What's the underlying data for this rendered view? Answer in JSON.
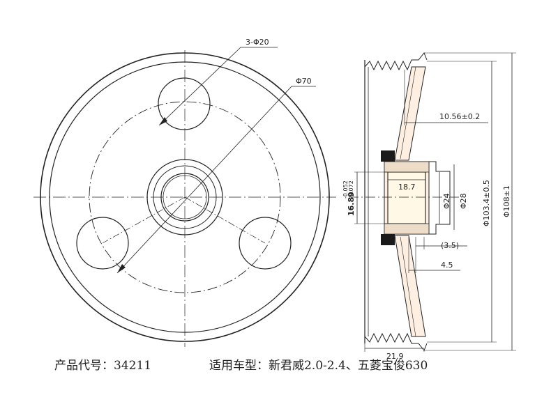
{
  "front_view": {
    "hole_label": "3-Φ20",
    "pcd_label": "Φ70"
  },
  "section_view": {
    "dims": {
      "groove_offset": "10.56±0.2",
      "bore_length": "18.7",
      "bore_diameter": "Φ24",
      "hub_diameter": "Φ28",
      "inner_diameter": "Φ103.4±0.5",
      "outer_diameter": "Φ108±1",
      "step": "(3.5)",
      "flange_thickness": "4.5",
      "width": "21.9",
      "bearing_width": "16.89",
      "bearing_tol_upper": "-0.052",
      "bearing_tol_lower": "-0.072"
    }
  },
  "caption": {
    "product_code": "产品代号：34211",
    "applicable_models": "适用车型：新君威2.0-2.4、五菱宝俊630"
  }
}
